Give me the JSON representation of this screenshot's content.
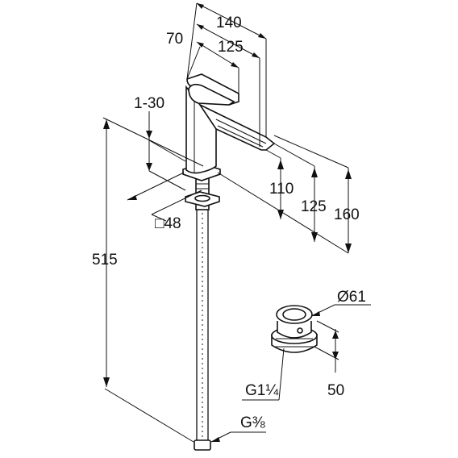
{
  "drawing": {
    "type": "technical dimension drawing",
    "subjects": [
      "basin faucet",
      "drain waste valve"
    ],
    "line_color": "#111111",
    "background_color": "#ffffff"
  },
  "dimensions": {
    "spout_reach_total": "140",
    "spout_reach_mid": "125",
    "body_offset": "70",
    "mounting_thickness": "1-30",
    "base_size": "□48",
    "outlet_height_low": "110",
    "outlet_height_mid": "125",
    "outlet_height_high": "160",
    "overall_height": "515",
    "hose_thread": "G⅜",
    "drain_diameter": "Ø61",
    "drain_thread": "G1¼",
    "drain_height": "50"
  }
}
